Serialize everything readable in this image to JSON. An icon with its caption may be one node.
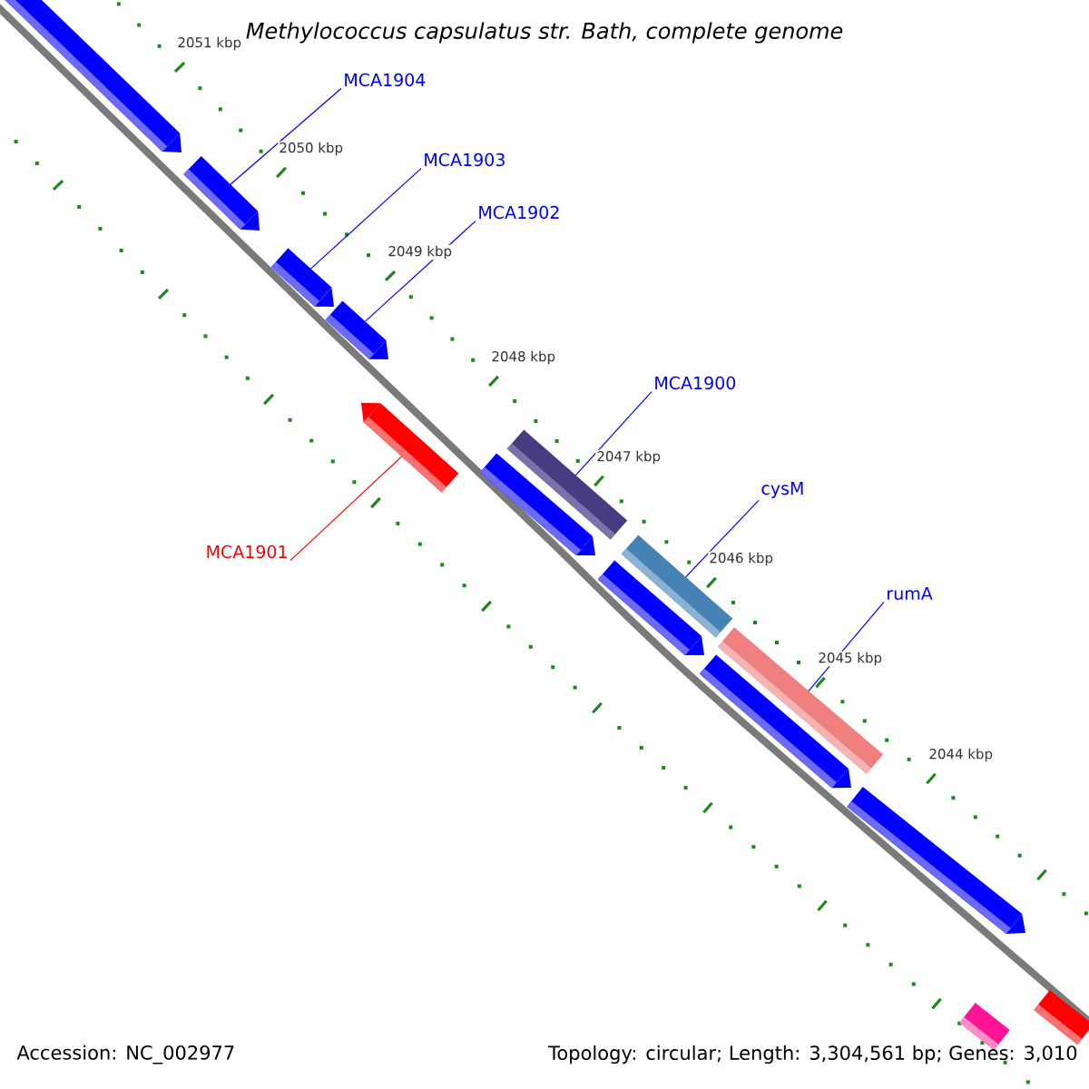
{
  "diagram": {
    "title": "Methylococcus capsulatus str. Bath, complete genome",
    "nodes": [
      {
        "text": [
          "MCA1904"
        ]
      },
      {
        "text": [
          "MCA1903"
        ]
      },
      {
        "text": [
          "MCA1902"
        ]
      },
      {
        "text": [
          "MCA1900"
        ]
      },
      {
        "text": [
          "cysM"
        ]
      },
      {
        "text": [
          "rumA"
        ]
      },
      {
        "text": [
          "MCA1901"
        ]
      },
      {
        "text": [],
        "shape": "arrow"
      },
      {
        "text": [],
        "shape": "arrow"
      },
      {
        "text": [],
        "shape": "arrow"
      },
      {
        "text": [],
        "shape": "arrow"
      },
      {
        "text": [],
        "shape": "arrow"
      },
      {
        "text": [],
        "shape": "bar"
      },
      {
        "text": [],
        "shape": "arrow"
      },
      {
        "text": [],
        "shape": "bar"
      },
      {
        "text": [],
        "shape": "arrow"
      },
      {
        "text": [],
        "shape": "bar"
      },
      {
        "text": [],
        "shape": "arrow"
      },
      {
        "text": [],
        "shape": "arrow"
      },
      {
        "text": [],
        "shape": "bar"
      },
      {
        "text": [],
        "shape": "bar"
      }
    ],
    "edges": [
      {
        "from": 0,
        "to": 8,
        "arrow": "none"
      },
      {
        "from": 1,
        "to": 9,
        "arrow": "none"
      },
      {
        "from": 2,
        "to": 10,
        "arrow": "none"
      },
      {
        "from": 3,
        "to": 12,
        "arrow": "none"
      },
      {
        "from": 4,
        "to": 14,
        "arrow": "none"
      },
      {
        "from": 5,
        "to": 16,
        "arrow": "none"
      },
      {
        "from": 6,
        "to": 11,
        "arrow": "none",
        "color": "#ff0000"
      }
    ],
    "labels": [
      "2051 kbp",
      "2050 kbp",
      "2049 kbp",
      "2048 kbp",
      "2047 kbp",
      "2046 kbp",
      "2045 kbp",
      "2044 kbp",
      "Accession: NC_002977",
      "Topology: circular; Length: 3,304,561 bp; Genes: 3,010"
    ]
  }
}
